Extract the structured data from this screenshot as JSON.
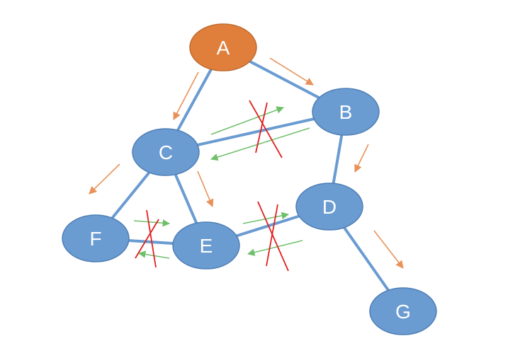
{
  "colors": {
    "node_fill": "#6a9bd1",
    "node_stroke": "#4f7fb6",
    "root_fill": "#e07f3c",
    "root_stroke": "#c06a2e",
    "edge": "#6a9bd1",
    "traversal_arrow": "#e8925a",
    "back_arrow": "#6fbf6b",
    "cross_mark": "#e0201e"
  },
  "nodes": [
    {
      "id": "A",
      "label": "A",
      "role": "root"
    },
    {
      "id": "B",
      "label": "B",
      "role": "node"
    },
    {
      "id": "C",
      "label": "C",
      "role": "node"
    },
    {
      "id": "D",
      "label": "D",
      "role": "node"
    },
    {
      "id": "E",
      "label": "E",
      "role": "node"
    },
    {
      "id": "F",
      "label": "F",
      "role": "node"
    },
    {
      "id": "G",
      "label": "G",
      "role": "node"
    }
  ],
  "edges": [
    {
      "from": "A",
      "to": "B"
    },
    {
      "from": "A",
      "to": "C"
    },
    {
      "from": "B",
      "to": "C"
    },
    {
      "from": "B",
      "to": "D"
    },
    {
      "from": "C",
      "to": "F"
    },
    {
      "from": "C",
      "to": "E"
    },
    {
      "from": "F",
      "to": "E"
    },
    {
      "from": "E",
      "to": "D"
    },
    {
      "from": "D",
      "to": "G"
    }
  ],
  "traversal_arrows": [
    {
      "from": "A",
      "to": "B"
    },
    {
      "from": "A",
      "to": "C"
    },
    {
      "from": "B",
      "to": "D"
    },
    {
      "from": "C",
      "to": "F"
    },
    {
      "from": "C",
      "to": "E"
    },
    {
      "from": "D",
      "to": "G"
    }
  ],
  "blocked_edges": [
    {
      "between": [
        "C",
        "B"
      ]
    },
    {
      "between": [
        "F",
        "E"
      ]
    },
    {
      "between": [
        "E",
        "D"
      ]
    }
  ]
}
